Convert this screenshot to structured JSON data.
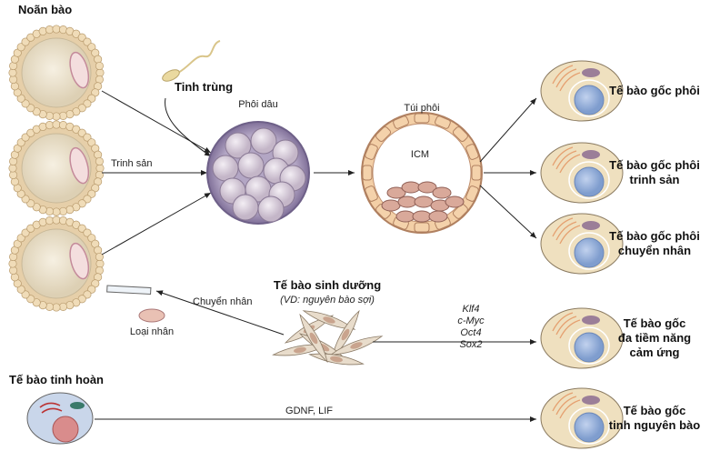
{
  "labels": {
    "oocyte": "Noãn bào",
    "sperm": "Tinh trùng",
    "morula": "Phôi dâu",
    "parthenogenesis": "Trinh sản",
    "blastocyst": "Túi phôi",
    "icm": "ICM",
    "nuclear_transfer": "Chuyển nhân",
    "enucleation": "Loại nhân",
    "somatic_title": "Tế bào sinh dưỡng",
    "somatic_subtitle": "(VD: nguyên bào sợi)",
    "factors": [
      "Klf4",
      "c-Myc",
      "Oct4",
      "Sox2"
    ],
    "testis_cell": "Tế bào tinh hoàn",
    "gdnf_lif": "GDNF, LIF"
  },
  "outputs": [
    {
      "lines": [
        "Tế bào gốc phôi"
      ]
    },
    {
      "lines": [
        "Tế bào gốc phôi",
        "trinh sản"
      ]
    },
    {
      "lines": [
        "Tế bào gốc phôi",
        "chuyển nhân"
      ]
    },
    {
      "lines": [
        "Tế bào gốc",
        "đa tiềm năng",
        "cảm ứng"
      ]
    },
    {
      "lines": [
        "Tế bào gốc",
        "tinh nguyên bào"
      ]
    }
  ],
  "colors": {
    "zona": "#e6cfa9",
    "ooplasm": "#efe6d2",
    "morula": "#8c7fa3",
    "cell_body": "#efe0bf",
    "nucleus": "#9ab4dc"
  }
}
